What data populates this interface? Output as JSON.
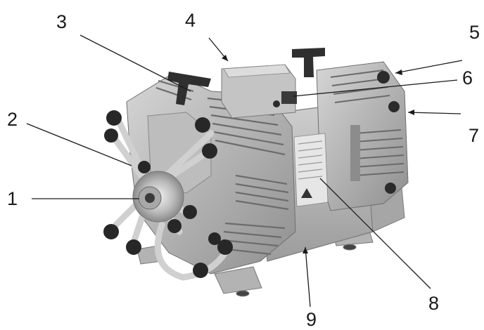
{
  "figure": {
    "subject": "vacuum-pump-photo",
    "callouts": [
      {
        "id": "c1",
        "label": "1"
      },
      {
        "id": "c2",
        "label": "2"
      },
      {
        "id": "c3",
        "label": "3"
      },
      {
        "id": "c4",
        "label": "4"
      },
      {
        "id": "c5",
        "label": "5"
      },
      {
        "id": "c6",
        "label": "6"
      },
      {
        "id": "c7",
        "label": "7"
      },
      {
        "id": "c8",
        "label": "8"
      },
      {
        "id": "c9",
        "label": "9"
      }
    ],
    "line_color": "#1a1a1a",
    "photo_palette": {
      "metal_light": "#c9c9c9",
      "metal_mid": "#a9a9a9",
      "metal_dark": "#7d7d7d",
      "knob": "#2b2b2b"
    }
  }
}
